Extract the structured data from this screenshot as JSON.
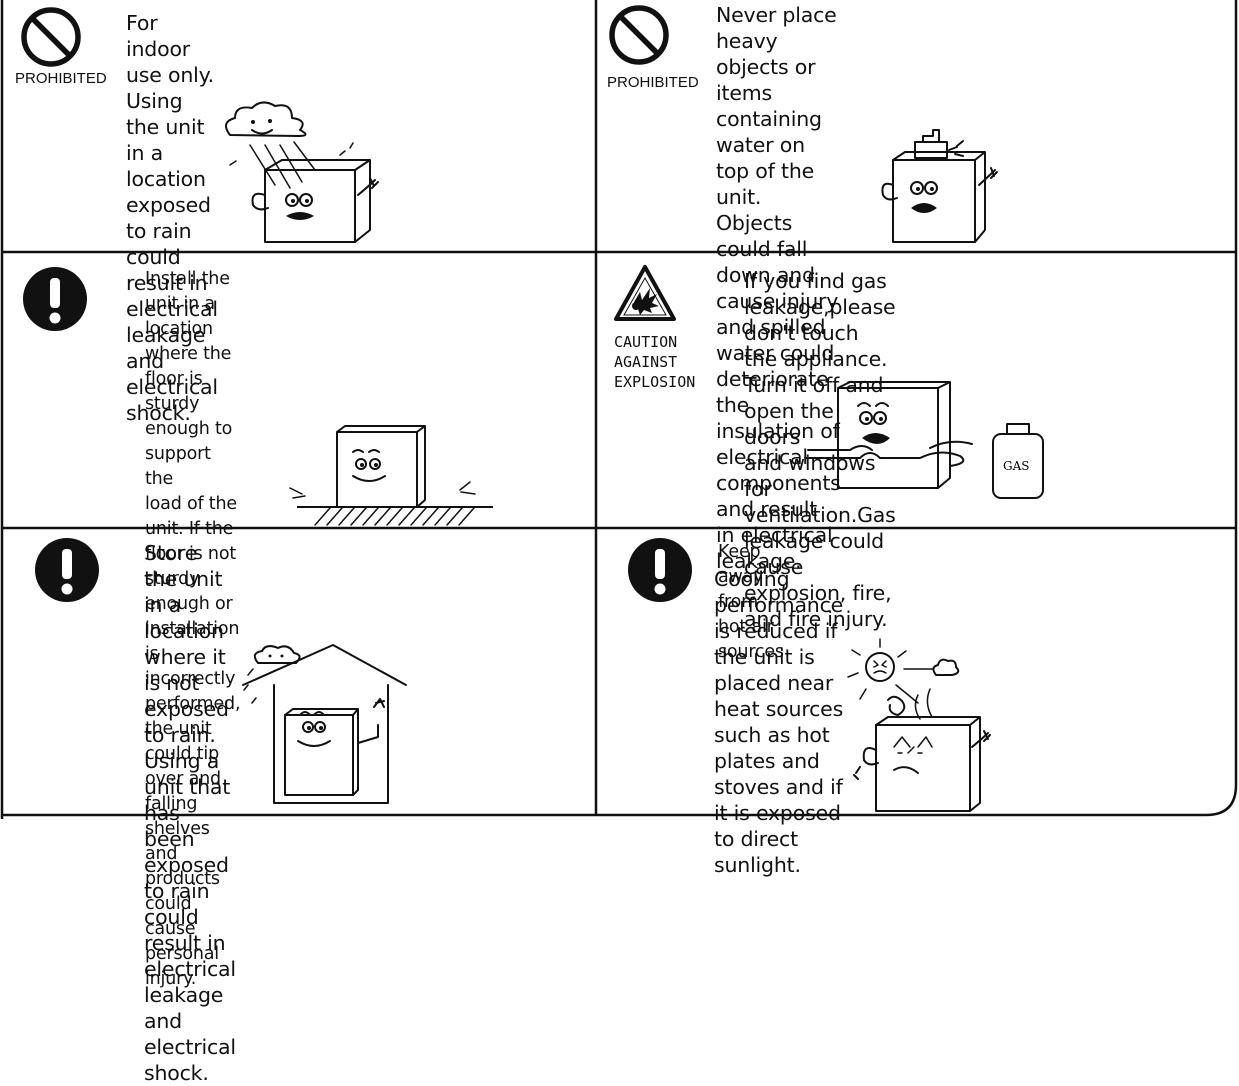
{
  "labels": {
    "prohibited": "PROHIBITED",
    "caution_against_explosion": "CAUTION\nAGAINST\nEXPLOSION",
    "gas": "GAS"
  },
  "cells": {
    "c1": {
      "text": "For indoor use only. Using the unit in a\nlocation exposed to rain could result in\nelectrical leakage and electrical shock."
    },
    "c2": {
      "text": "Never place heavy objects or items containing\nwater on top of the unit. Objects could fall\ndown and cause injury and spilled water could\ndeteriorate the insulation of electrical\ncomponents and result in electrical leakage."
    },
    "c3": {
      "text": "Install the unit in a location where the\nfloor is sturdy enough to support the\nload of the unit. If the floor is not sturdy\nenough or installation is incorrectly\nperformed, the unit could tip over and\nfalling shelves and products could cause\npersonal injury."
    },
    "c4": {
      "text": "If you find gas leakage,please don't touch\nthe appliance. Turn it off and open the doors\nand windows for ventilation.Gas leakage could\ncause explosion, fire, and fire injury."
    },
    "c5": {
      "text": "Store the unit in a location where it is not\nexposed to rain. Using a unit that has\nbeen exposed to rain could result in\nelectrical leakage and electrical shock."
    },
    "c6": {
      "heading": "Keep away from hot air sources",
      "text": "Cooling performance is reduced if the unit is\nplaced near heat sources such as hot plates and\nstoves and if it is exposed to direct sunlight."
    }
  }
}
